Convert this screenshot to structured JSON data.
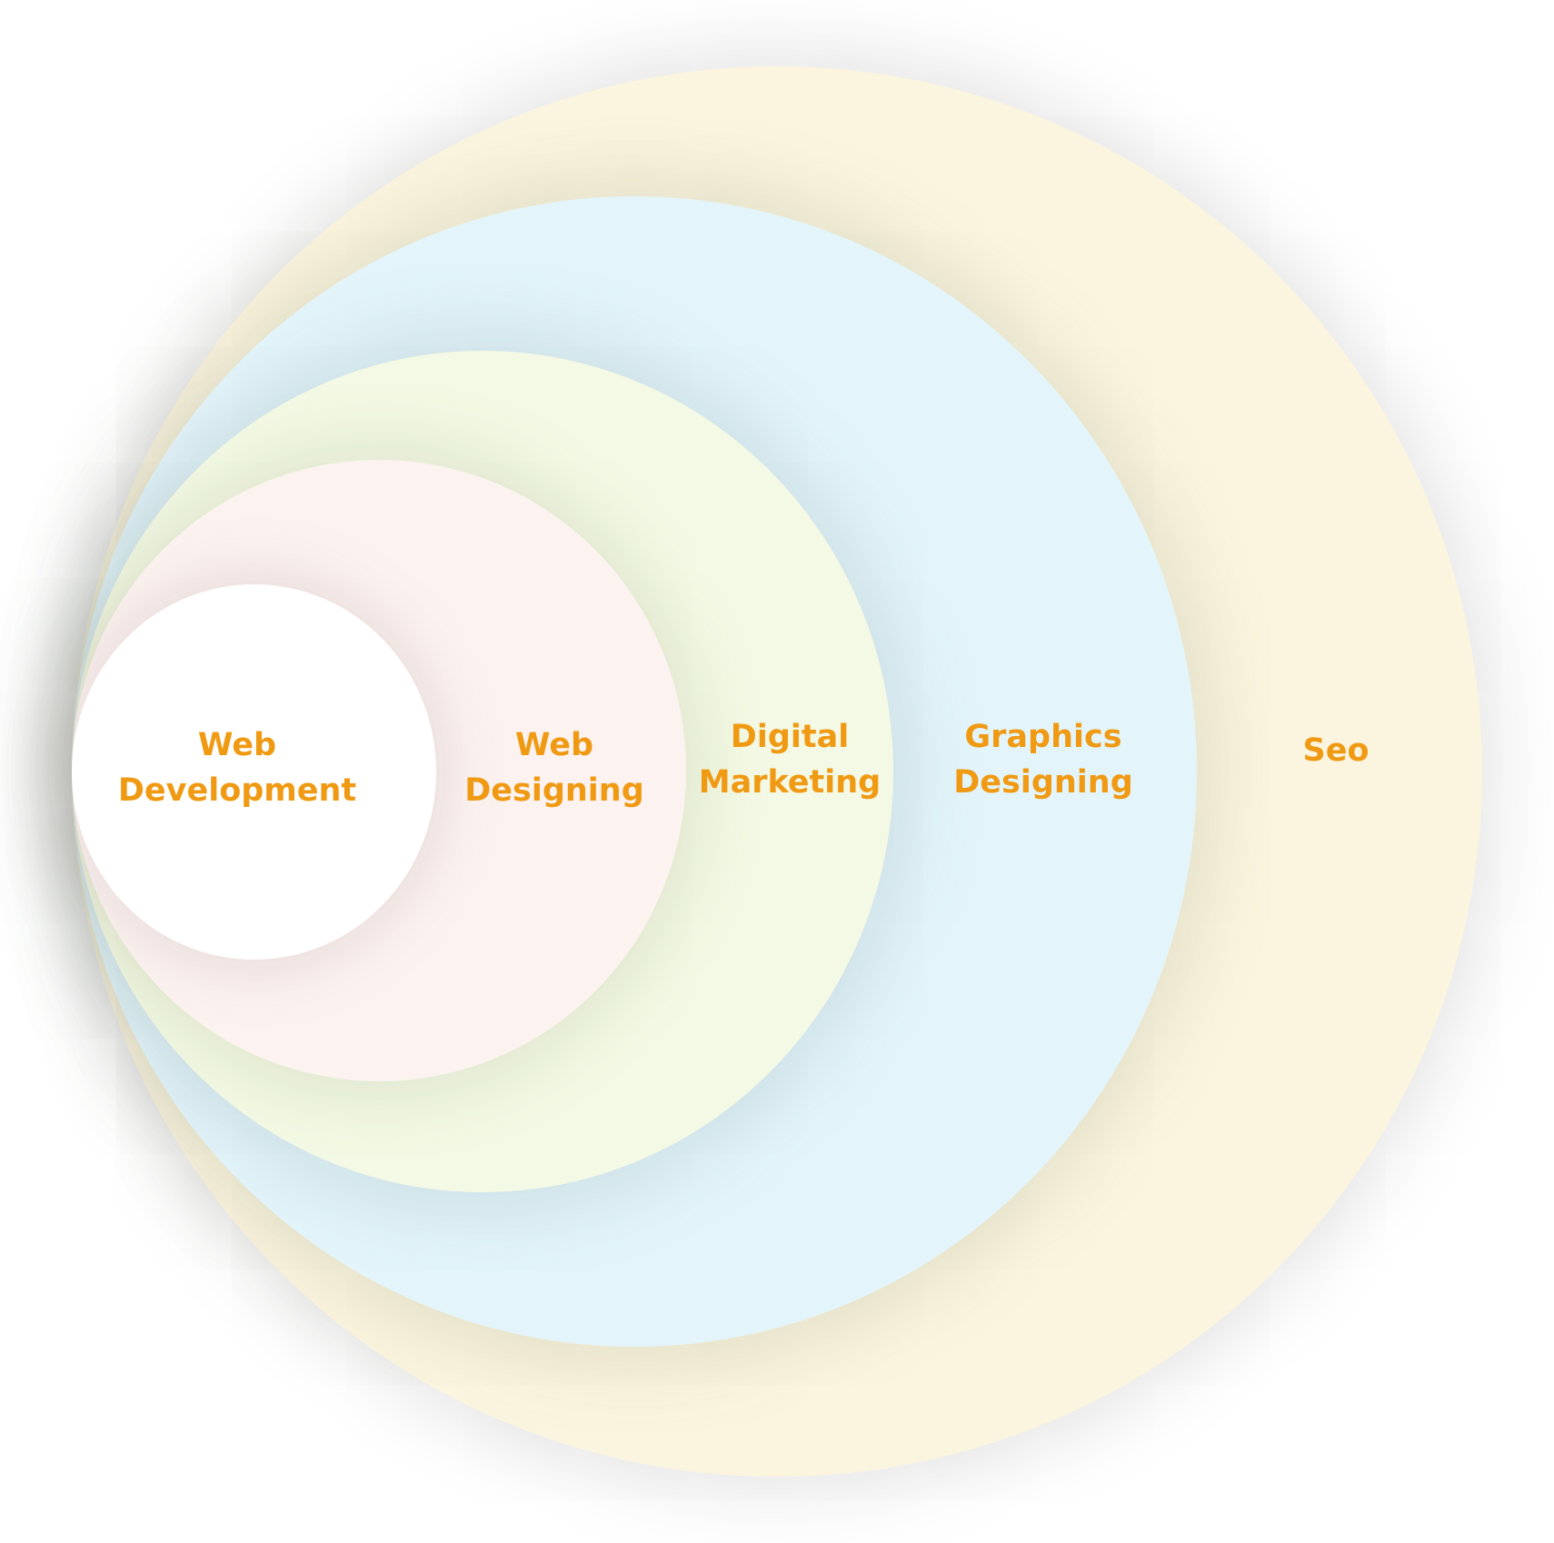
{
  "diagram": {
    "type": "nested-circles",
    "layers": [
      {
        "id": "seo",
        "label_lines": [
          "Seo"
        ],
        "fill": "#fbf5df"
      },
      {
        "id": "graphics",
        "label_lines": [
          "Graphics",
          "Designing"
        ],
        "fill": "#e3f5fa"
      },
      {
        "id": "digital",
        "label_lines": [
          "Digital",
          "Marketing"
        ],
        "fill": "#f3f9e4"
      },
      {
        "id": "webdesign",
        "label_lines": [
          "Web",
          "Designing"
        ],
        "fill": "#fcf3f1"
      },
      {
        "id": "webdev",
        "label_lines": [
          "Web",
          "Development"
        ],
        "fill": "#ffffff"
      }
    ],
    "label_color": "#f09a14"
  }
}
